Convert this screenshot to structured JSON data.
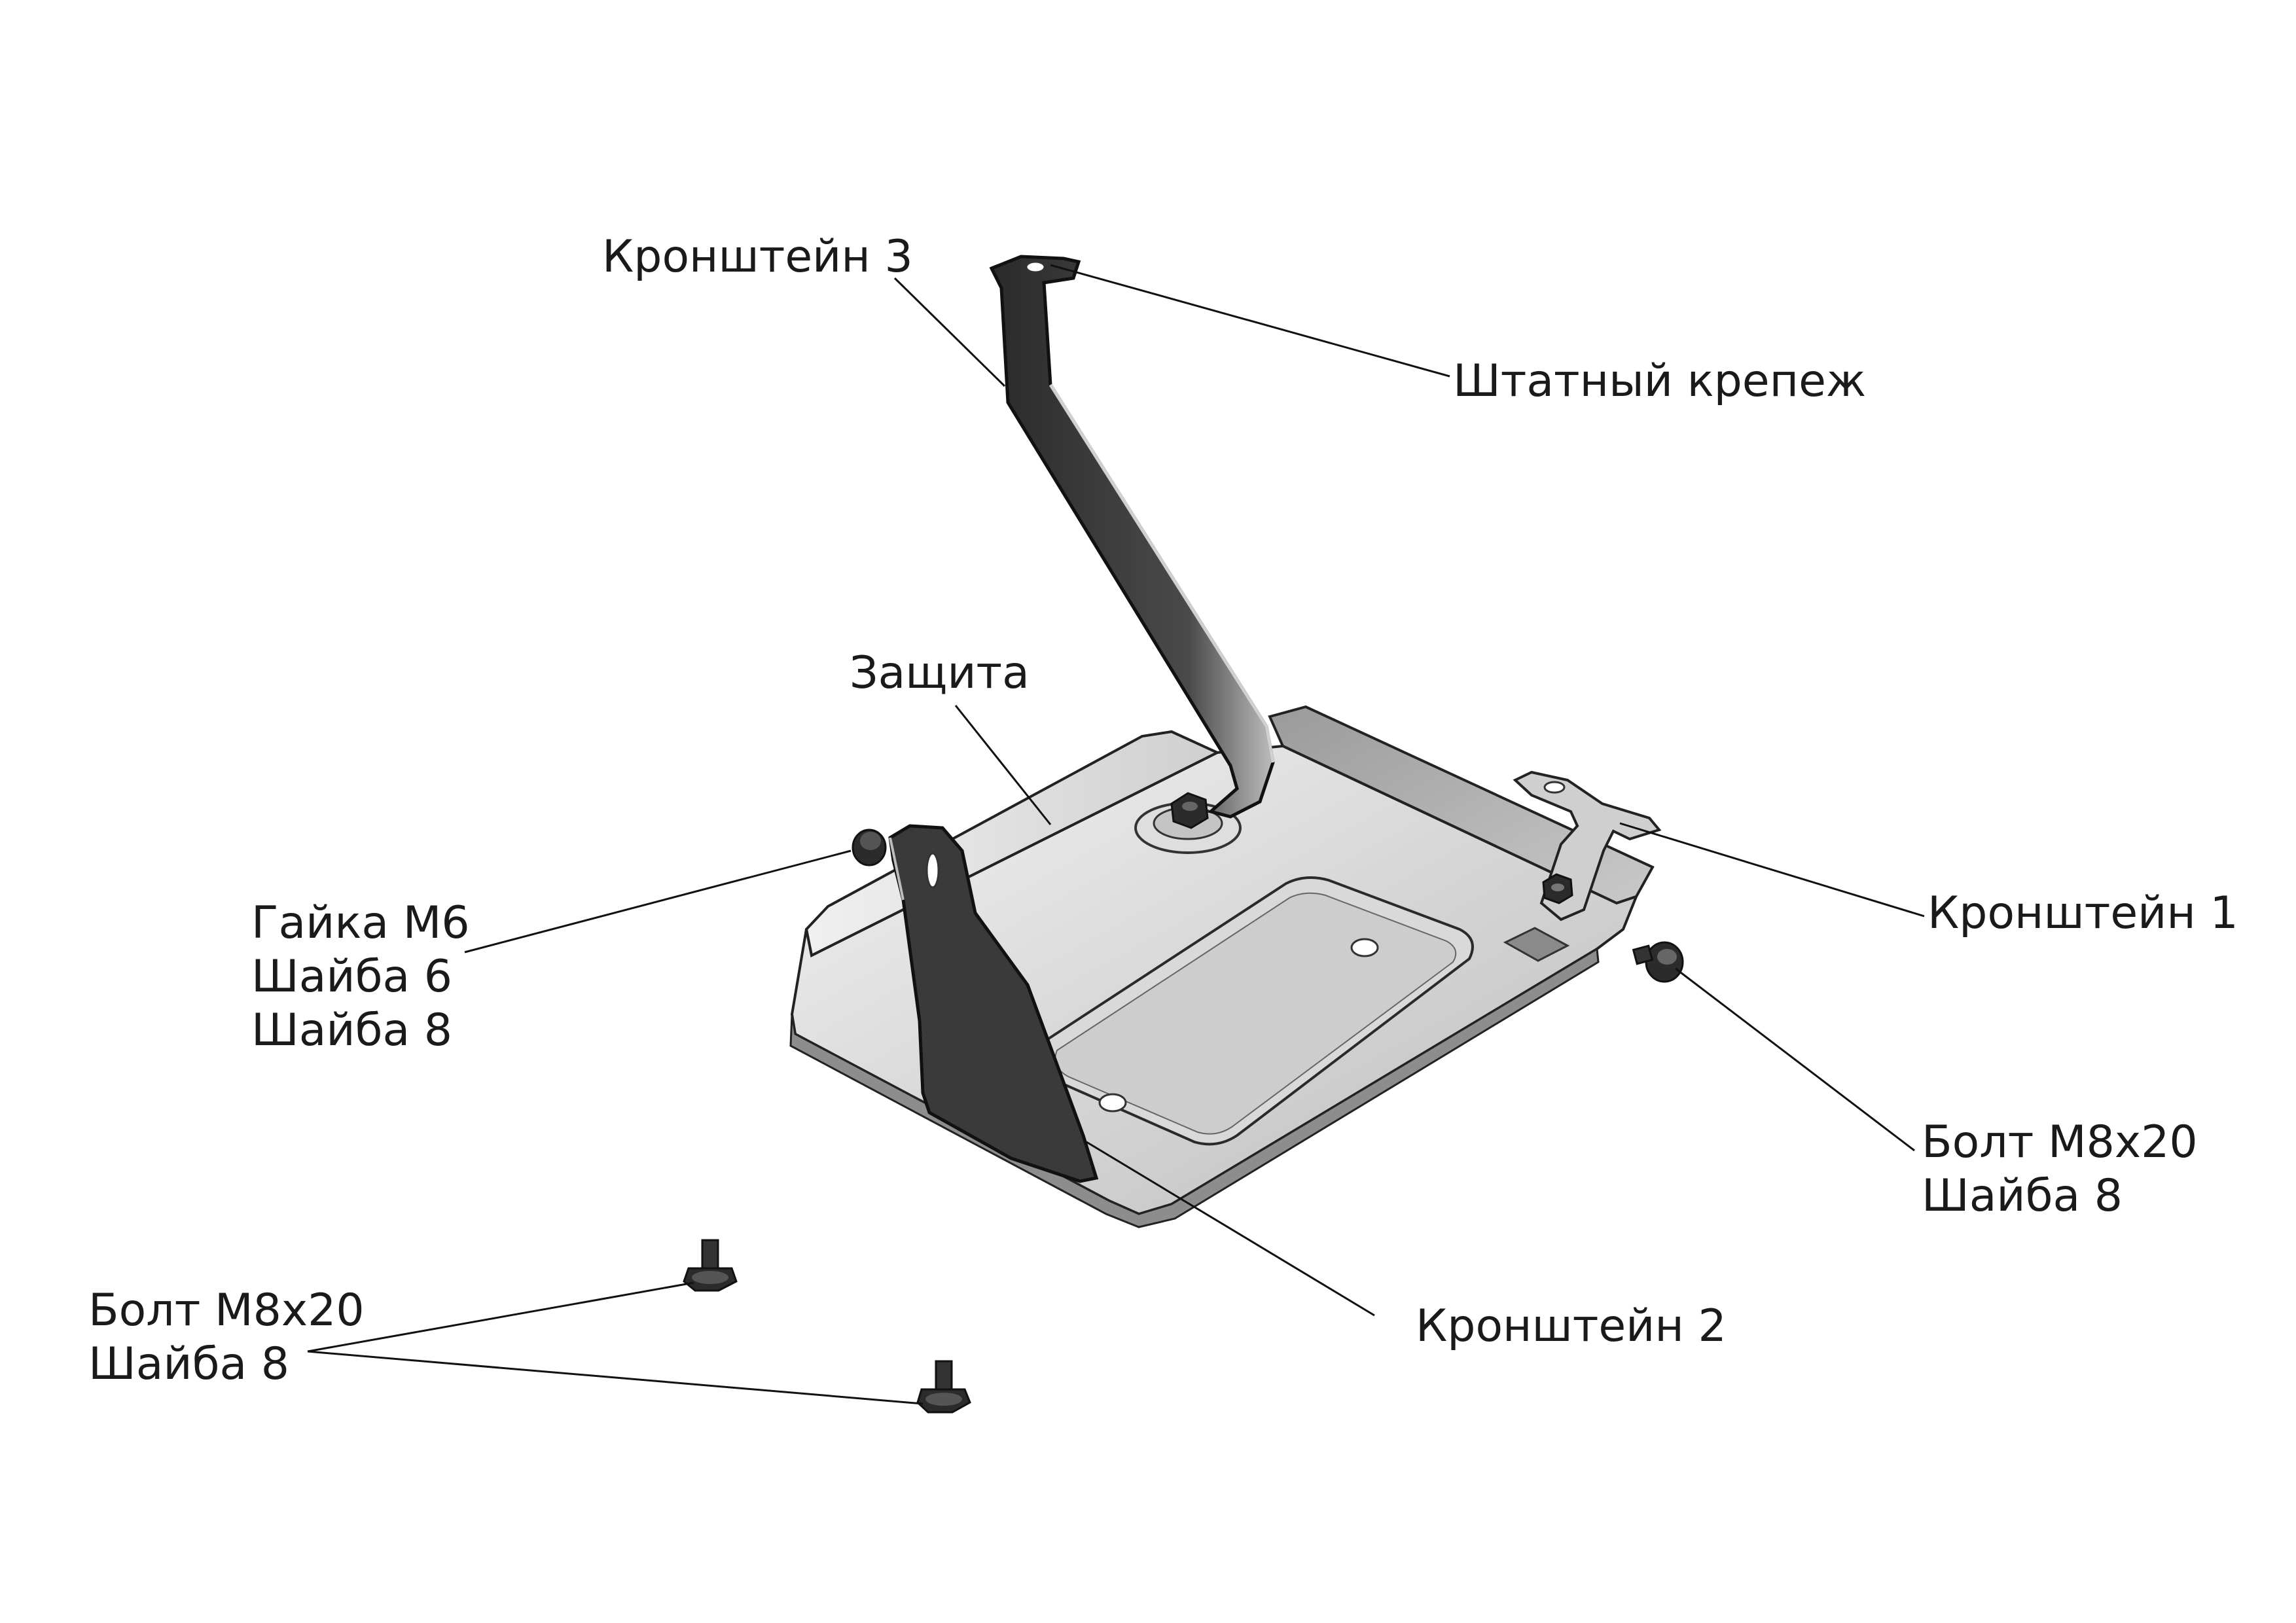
{
  "labels": {
    "bracket3": "Кронштейн 3",
    "standard_fastener": "Штатный крепеж",
    "guard": "Защита",
    "bracket1": "Кронштейн 1",
    "left_hw": [
      "Гайка М6",
      "Шайба 6",
      "Шайба 8"
    ],
    "right_hw": [
      "Болт М8х20",
      "Шайба 8"
    ],
    "bracket2": "Кронштейн 2",
    "bottom_hw": [
      "Болт М8х20",
      "Шайба 8"
    ]
  },
  "colors": {
    "metal_light": "#e6e6e6",
    "metal_mid": "#b9b9b9",
    "metal_dark": "#3a3a3a",
    "outline": "#222222"
  }
}
